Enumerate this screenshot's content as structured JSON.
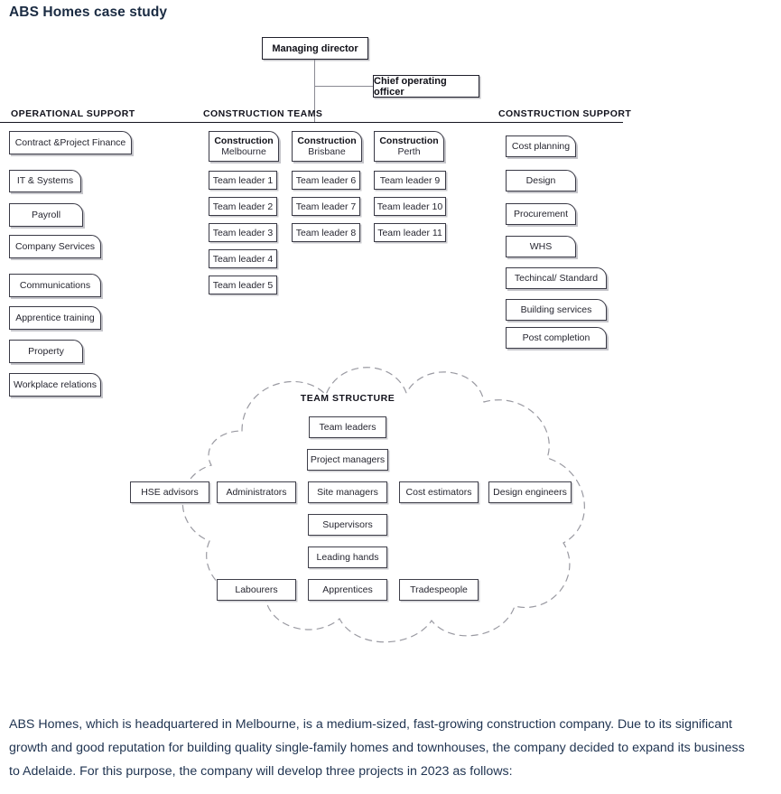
{
  "page": {
    "title": "ABS Homes case study"
  },
  "org_chart": {
    "top_nodes": [
      {
        "label": "Managing director"
      },
      {
        "label": "Chief operating officer"
      }
    ],
    "sections": [
      {
        "key": "operational_support",
        "header": "OPERATIONAL SUPPORT",
        "items": [
          "Contract &Project Finance",
          "IT & Systems",
          "Payroll",
          "Company Services",
          "Communications",
          "Apprentice training",
          "Property",
          "Workplace relations"
        ]
      },
      {
        "key": "construction_teams",
        "header": "CONSTRUCTION TEAMS",
        "columns": [
          {
            "heading_line1": "Construction",
            "heading_line2": "Melbourne",
            "items": [
              "Team leader 1",
              "Team leader 2",
              "Team leader 3",
              "Team leader 4",
              "Team leader 5"
            ]
          },
          {
            "heading_line1": "Construction",
            "heading_line2": "Brisbane",
            "items": [
              "Team leader 6",
              "Team leader 7",
              "Team leader 8"
            ]
          },
          {
            "heading_line1": "Construction",
            "heading_line2": "Perth",
            "items": [
              "Team leader 9",
              "Team leader 10",
              "Team leader 11"
            ]
          }
        ]
      },
      {
        "key": "construction_support",
        "header": "CONSTRUCTION SUPPORT",
        "items": [
          "Cost planning",
          "Design",
          "Procurement",
          "WHS",
          "Techincal/ Standard",
          "Building services",
          "Post completion"
        ]
      }
    ]
  },
  "team_structure": {
    "title": "TEAM STRUCTURE",
    "rows": [
      {
        "key": "row-1",
        "items": [
          "Team leaders"
        ]
      },
      {
        "key": "row-2",
        "items": [
          "Project managers"
        ]
      },
      {
        "key": "row-3",
        "items": [
          "HSE advisors",
          "Administrators",
          "Site managers",
          "Cost estimators",
          "Design engineers"
        ]
      },
      {
        "key": "row-4",
        "items": [
          "Supervisors"
        ]
      },
      {
        "key": "row-5",
        "items": [
          "Leading hands"
        ]
      },
      {
        "key": "row-6",
        "items": [
          "Labourers",
          "Apprentices",
          "Tradespeople"
        ]
      }
    ]
  },
  "body": {
    "paragraph": "ABS Homes, which is headquartered in Melbourne, is a medium-sized, fast-growing construction company. Due to its significant growth and good reputation for building quality single-family homes and townhouses, the company decided to expand its business to Adelaide. For this purpose, the company will develop three projects in 2023 as follows:"
  },
  "colors": {
    "title": "#1a2b42",
    "body_text": "#1f3350",
    "box_border": "#3a3a46",
    "rule": "#141420",
    "cloud_outline": "#9a9aa2"
  }
}
